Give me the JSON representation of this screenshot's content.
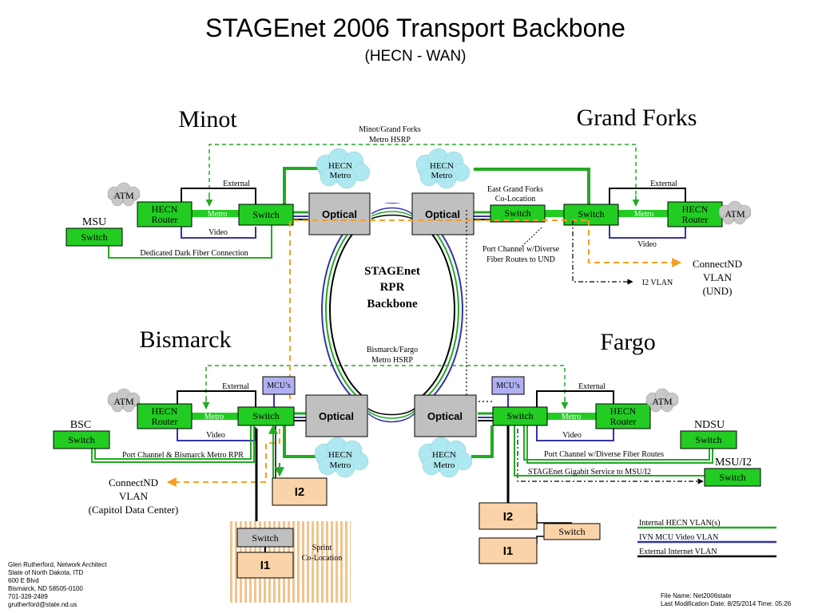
{
  "title": "STAGEnet 2006 Transport Backbone",
  "subtitle": "(HECN - WAN)",
  "regions": {
    "minot": "Minot",
    "grand_forks": "Grand Forks",
    "bismarck": "Bismarck",
    "fargo": "Fargo"
  },
  "labels": {
    "minot_gf_hsrp_1": "Minot/Grand Forks",
    "minot_gf_hsrp_2": "Metro HSRP",
    "bis_fargo_hsrp_1": "Bismarck/Fargo",
    "bis_fargo_hsrp_2": "Metro HSRP",
    "external": "External",
    "metro": "Metro",
    "video": "Video",
    "atm": "ATM",
    "hecn_router_1": "HECN",
    "hecn_router_2": "Router",
    "switch": "Switch",
    "optical": "Optical",
    "hecn_metro_1": "HECN",
    "hecn_metro_2": "Metro",
    "msu": "MSU",
    "bsc": "BSC",
    "ndsu": "NDSU",
    "msu_i2": "MSU/I2",
    "dedicated_dark_fiber": "Dedicated Dark Fiber Connection",
    "egf_coloc_1": "East Grand Forks",
    "egf_coloc_2": "Co-Location",
    "port_channel_diverse_1": "Port Channel w/Diverse",
    "port_channel_diverse_2": "Fiber Routes to UND",
    "connectnd_und_1": "ConnectND",
    "connectnd_und_2": "VLAN",
    "connectnd_und_3": "(UND)",
    "i2_vlan": "I2 VLAN",
    "rpr_1": "STAGEnet",
    "rpr_2": "RPR",
    "rpr_3": "Backbone",
    "mcus": "MCU’s",
    "port_channel_bismarck": "Port Channel & Bismarck Metro RPR",
    "connectnd_cdc_1": "ConnectND",
    "connectnd_cdc_2": "VLAN",
    "connectnd_cdc_3": "(Capitol Data Center)",
    "i2": "I2",
    "i1": "I1",
    "sprint_coloc_1": "Sprint",
    "sprint_coloc_2": "Co-Location",
    "port_channel_fargo": "Port Channel w/Diverse Fiber Routes",
    "stagenet_gigabit": "STAGEnet Gigabit Service to MSU/I2"
  },
  "legend": [
    {
      "label": "Internal HECN VLAN(s)",
      "color": "#22aa22"
    },
    {
      "label": "IVN MCU Video VLAN",
      "color": "#3333aa"
    },
    {
      "label": "External Internet VLAN",
      "color": "#000000"
    }
  ],
  "footer_left": [
    "Glen Rutherford, Network Architect",
    "State of North Dakota, ITD",
    "600 E Blvd",
    "Bismarck, ND 58505-0100",
    "701-328-2489",
    "grutherford@state.nd.us"
  ],
  "footer_right": {
    "file_name": "File Name: Net2006state",
    "last_mod": "Last Modification Date:  8/25/2014   Time: 05:26"
  },
  "colors": {
    "green_box": "#22cc22",
    "green_line": "#22aa22",
    "blue_line": "#3333aa",
    "orange": "#f4a020",
    "optical": "#c0c0c0",
    "i_box": "#fad3a8",
    "cloud": "#aee8f0"
  }
}
